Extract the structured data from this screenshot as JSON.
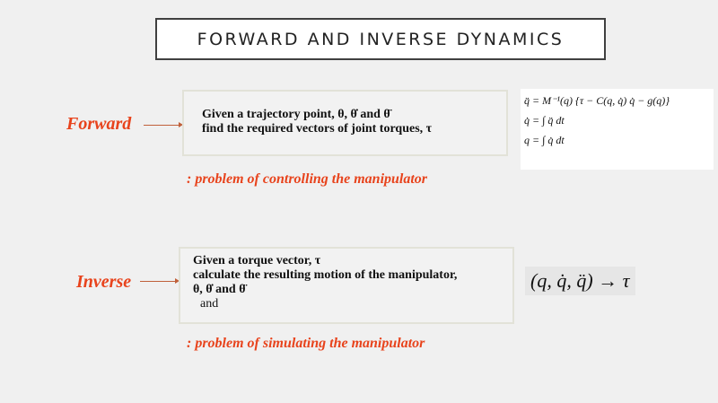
{
  "slide": {
    "title": "FORWARD AND INVERSE DYNAMICS",
    "forward": {
      "label": "Forward",
      "lines": [
        "Given a trajectory point, θ, θ̇ and θ̈",
        "find the required vectors of joint torques, τ"
      ],
      "problem": ": problem of controlling the manipulator",
      "equations": [
        "q̈ = M⁻¹(q) {τ − C(q, q̇) q̇ − g(q)}",
        "q̇ = ∫ q̈ dt",
        "q = ∫ q̇ dt"
      ]
    },
    "inverse": {
      "label": "Inverse",
      "lines": [
        "Given a torque vector, τ",
        "calculate the resulting motion of the manipulator,",
        "θ, θ̇ and θ̈",
        "and"
      ],
      "problem": ": problem of simulating the manipulator",
      "equation": "(q, q̇, q̈) → τ"
    },
    "colors": {
      "accent": "#e8431c",
      "background": "#f0f0f0"
    }
  }
}
